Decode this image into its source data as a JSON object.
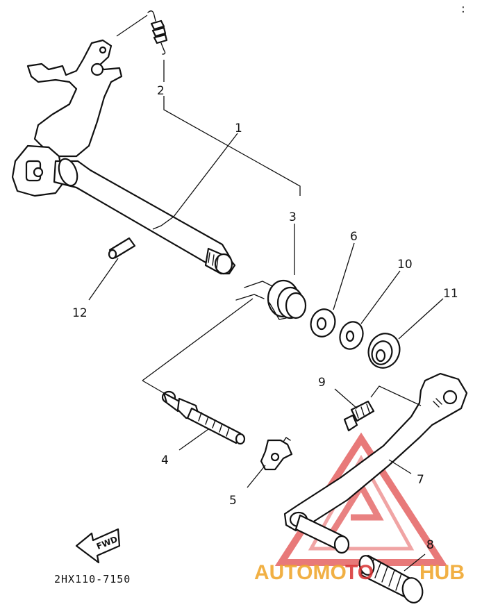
{
  "diagram": {
    "part_numbers": [
      "1",
      "2",
      "3",
      "4",
      "5",
      "6",
      "7",
      "8",
      "9",
      "10",
      "11",
      "12"
    ],
    "drawing_code": "2HX110-7150",
    "fwd_arrow_label": "FWD",
    "corner_mark": ":"
  },
  "watermark": {
    "text_left": "AUTOMO",
    "text_mid": "TO",
    "text_right": "HUB",
    "color_primary": "#f0a830",
    "color_secondary": "#d83030"
  }
}
